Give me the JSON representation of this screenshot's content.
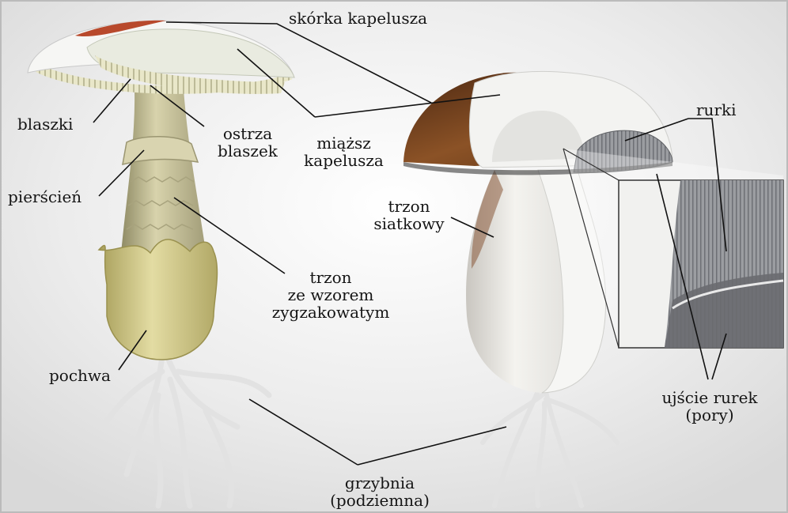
{
  "labels": {
    "skorka_kapelusza": "skórka kapelusza",
    "blaszki": "blaszki",
    "ostrza_blaszek": [
      "ostrza",
      "blaszek"
    ],
    "miazsz_kapelusza": [
      "miąższ",
      "kapelusza"
    ],
    "rurki": "rurki",
    "pierscien": "pierścień",
    "trzon_siatkowy": [
      "trzon",
      "siatkowy"
    ],
    "trzon_zygzak": [
      "trzon",
      "ze wzorem",
      "zygzakowatym"
    ],
    "pochwa": "pochwa",
    "ujscie_rurek": [
      "ujście rurek",
      "(pory)"
    ],
    "grzybnia": [
      "grzybnia",
      "(podziemna)"
    ]
  },
  "colors": {
    "leader_line": "#111111",
    "cap_skin_brown": "#6b3a1c",
    "flesh_white": "#f2f2f0",
    "gill_cream": "#e8e7c8",
    "stem_olive": "#c9c39a",
    "volva_yellow": "#d8cf8f",
    "mycelium": "#e6e6e6"
  }
}
